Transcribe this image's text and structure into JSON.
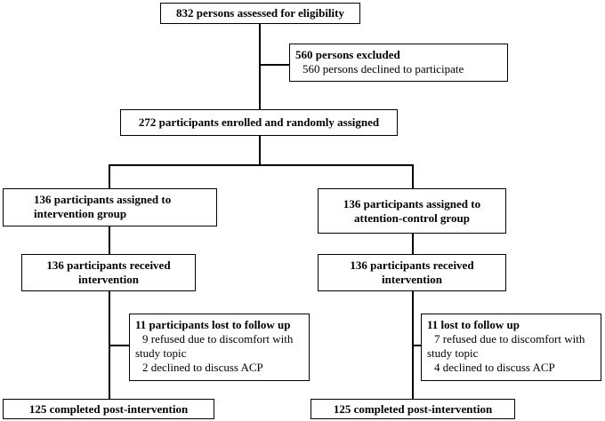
{
  "flowchart": {
    "assessed": "832 persons assessed for eligibility",
    "excluded": {
      "title": "560 persons excluded",
      "reason": "560 persons declined to participate"
    },
    "enrolled": "272 participants enrolled and randomly assigned",
    "intervention_arm": {
      "assigned_line1": "136 participants assigned to",
      "assigned_line2": "intervention group",
      "received_line1": "136 participants received",
      "received_line2": "intervention",
      "lost_title": "11 participants lost to follow up",
      "lost_reason1_line1": "9 refused due to discomfort with",
      "lost_reason1_line2": "study topic",
      "lost_reason2": "2 declined to discuss ACP",
      "completed": "125 completed post-intervention"
    },
    "control_arm": {
      "assigned_line1": "136 participants assigned to",
      "assigned_line2": "attention-control group",
      "received_line1": "136 participants received",
      "received_line2": "intervention",
      "lost_title": "11 lost to follow up",
      "lost_reason1_line1": "7 refused due to discomfort with",
      "lost_reason1_line2": "study topic",
      "lost_reason2": "4 declined to discuss ACP",
      "completed": "125 completed post-intervention"
    }
  }
}
